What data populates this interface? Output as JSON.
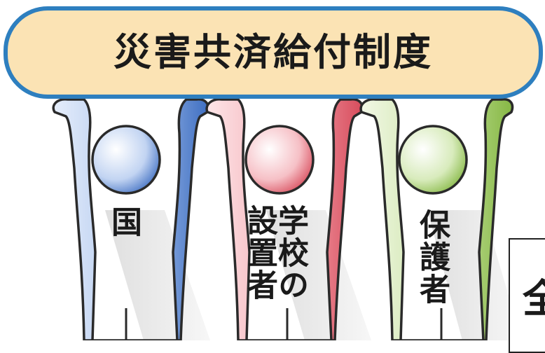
{
  "title": "災害共済給付制度",
  "figures": [
    {
      "label": "国",
      "color": "#4a78c8"
    },
    {
      "label": "学校の設置者",
      "color": "#e0606e"
    },
    {
      "label": "保護者",
      "color": "#96c45a"
    }
  ],
  "clipped_label": "全",
  "colors": {
    "banner_fill": "#fbe3b4",
    "banner_border": "#2e7fbf"
  }
}
